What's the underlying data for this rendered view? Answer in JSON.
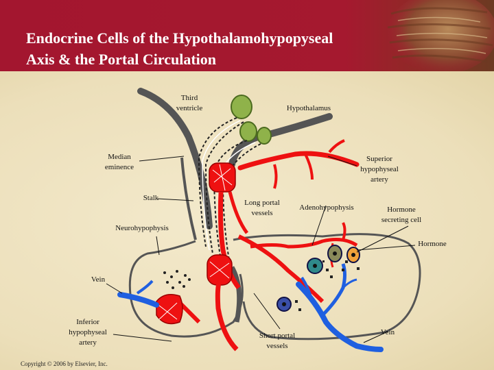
{
  "title": {
    "line1": "Endocrine Cells of the Hypothalamohypopyseal",
    "line2": "Axis & the Portal Circulation"
  },
  "labels": {
    "third_ventricle": [
      "Third",
      "ventricle"
    ],
    "hypothalamus": "Hypothalamus",
    "median_eminence": [
      "Median",
      "eminence"
    ],
    "superior_artery": [
      "Superior",
      "hypophyseal",
      "artery"
    ],
    "stalk": "Stalk",
    "long_portal": [
      "Long portal",
      "vessels"
    ],
    "adenohypophysis": "Adenohypophysis",
    "hormone_cell": [
      "Hormone",
      "secreting cell"
    ],
    "neurohypophysis": "Neurohypophysis",
    "hormone": "Hormone",
    "vein_left": "Vein",
    "inferior_artery": [
      "Inferior",
      "hypophyseal",
      "artery"
    ],
    "short_portal": [
      "Short portal",
      "vessels"
    ],
    "vein_right": "Vein"
  },
  "copyright": "Copyright © 2006 by Elsevier, Inc.",
  "colors": {
    "header": "#a3162f",
    "artery": "#ee1111",
    "vein": "#1f5fe0",
    "neuron": "#8fb24a",
    "outline": "#555555"
  }
}
